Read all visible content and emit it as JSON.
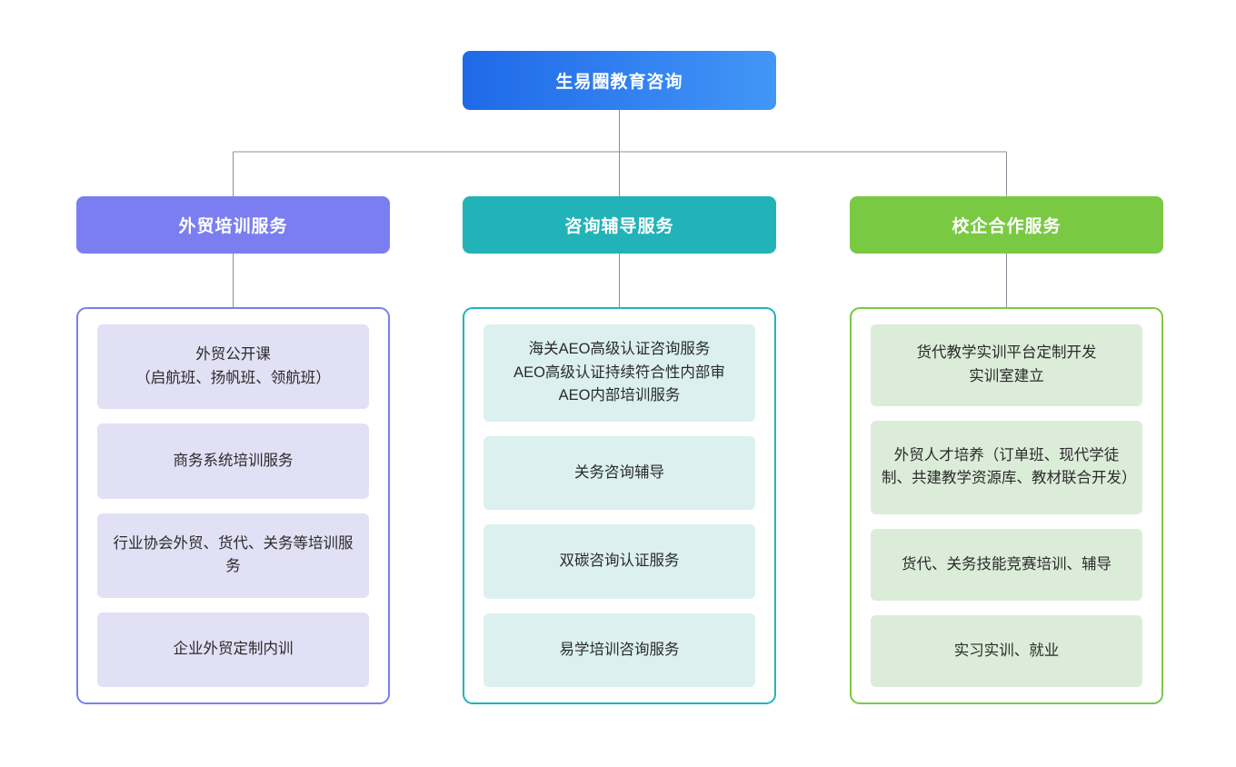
{
  "diagram": {
    "type": "organization-tree",
    "orientation": "top-down",
    "levels": 3,
    "root": {
      "label": "生易圈教育咨询",
      "gradient_from": "#1f69e8",
      "gradient_to": "#4296f7",
      "text_color": "#ffffff"
    },
    "connector_color": "#8a9099",
    "background": "#ffffff",
    "branches": [
      {
        "id": "waimao-peixun",
        "label": "外贸培训服务",
        "header_color": "#7b7ef0",
        "border_color": "#7b7ef0",
        "card_color": "#e2e0f5",
        "text_color": "#2b2b2b",
        "items": [
          {
            "text": "外贸公开课\n（启航班、扬帆班、领航班）",
            "lines": 2
          },
          {
            "text": "商务系统培训服务",
            "lines": 1
          },
          {
            "text": "行业协会外贸、货代、关务等培训服务",
            "lines": 2
          },
          {
            "text": "企业外贸定制内训",
            "lines": 1
          }
        ]
      },
      {
        "id": "zixun-fudao",
        "label": "咨询辅导服务",
        "header_color": "#22b3b8",
        "border_color": "#1fb5bb",
        "card_color": "#dbf0ef",
        "text_color": "#2b2b2b",
        "items": [
          {
            "text": "海关AEO高级认证咨询服务\nAEO高级认证持续符合性内部审\nAEO内部培训服务",
            "lines": 3
          },
          {
            "text": "关务咨询辅导",
            "lines": 1
          },
          {
            "text": "双碳咨询认证服务",
            "lines": 1
          },
          {
            "text": "易学培训咨询服务",
            "lines": 1
          }
        ]
      },
      {
        "id": "xiaoqi-hezuo",
        "label": "校企合作服务",
        "header_color": "#7ac943",
        "border_color": "#7ac943",
        "card_color": "#dbedd8",
        "text_color": "#2b2b2b",
        "items": [
          {
            "text": "货代教学实训平台定制开发\n实训室建立",
            "lines": 2
          },
          {
            "text": "外贸人才培养（订单班、现代学徒制、共建教学资源库、教材联合开发）",
            "lines": 3
          },
          {
            "text": "货代、关务技能竞赛培训、辅导",
            "lines": 1
          },
          {
            "text": "实习实训、就业",
            "lines": 1
          }
        ]
      }
    ]
  }
}
